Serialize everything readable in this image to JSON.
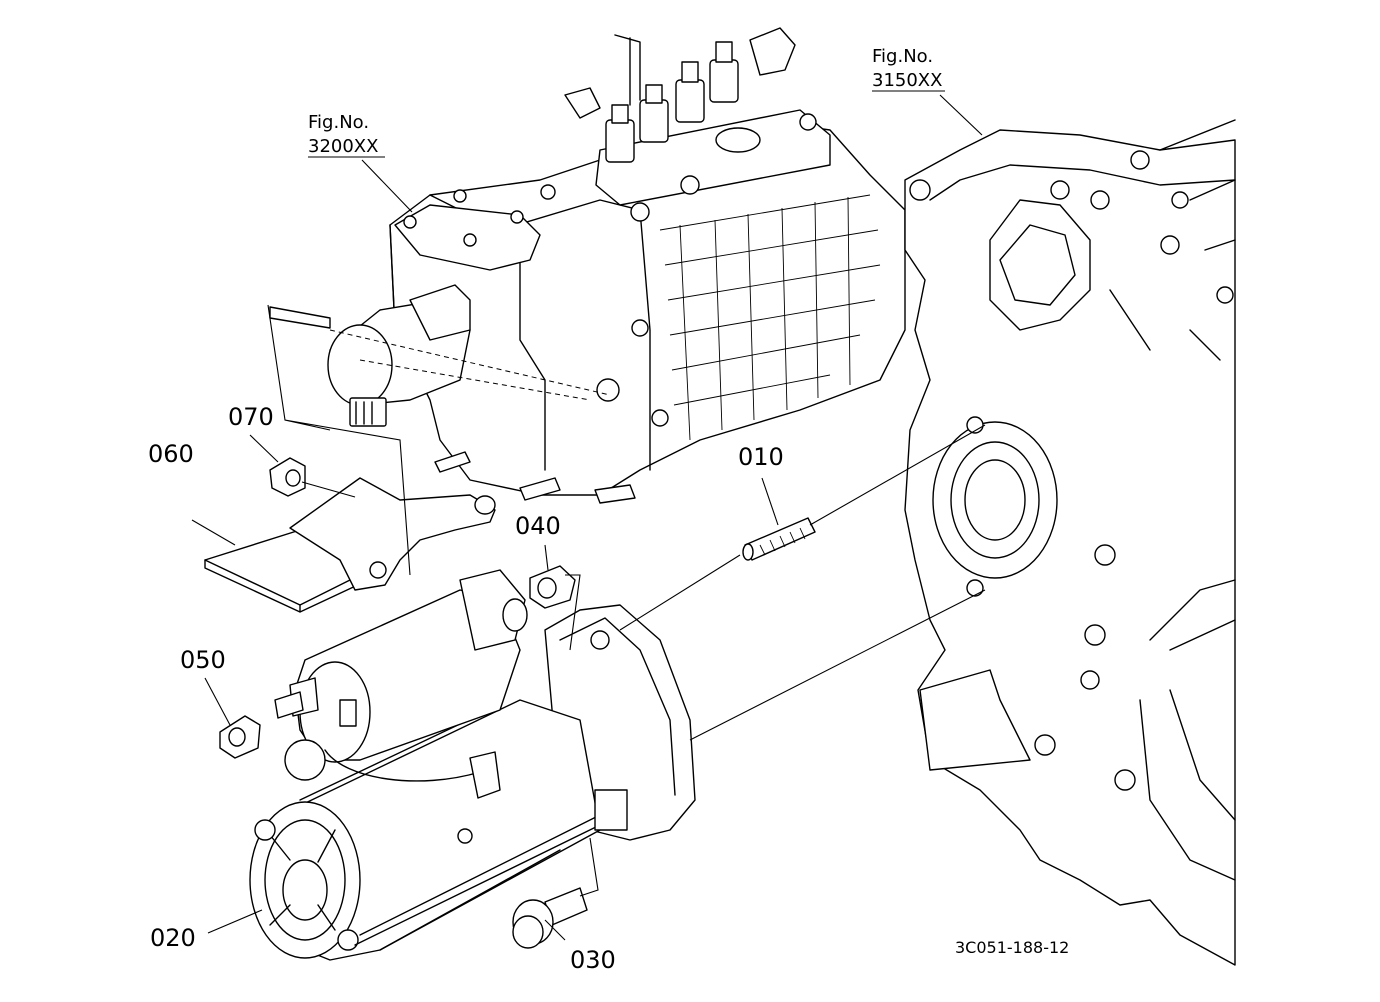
{
  "references": [
    {
      "id": "ref-3200",
      "line1": "Fig.No.",
      "line2": "3200XX"
    },
    {
      "id": "ref-3150",
      "line1": "Fig.No.",
      "line2": "3150XX"
    }
  ],
  "parts": [
    {
      "id": "010",
      "label": "010"
    },
    {
      "id": "020",
      "label": "020"
    },
    {
      "id": "030",
      "label": "030"
    },
    {
      "id": "040",
      "label": "040"
    },
    {
      "id": "050",
      "label": "050"
    },
    {
      "id": "060",
      "label": "060"
    },
    {
      "id": "070",
      "label": "070"
    }
  ],
  "drawing_code": "3C051-188-12"
}
